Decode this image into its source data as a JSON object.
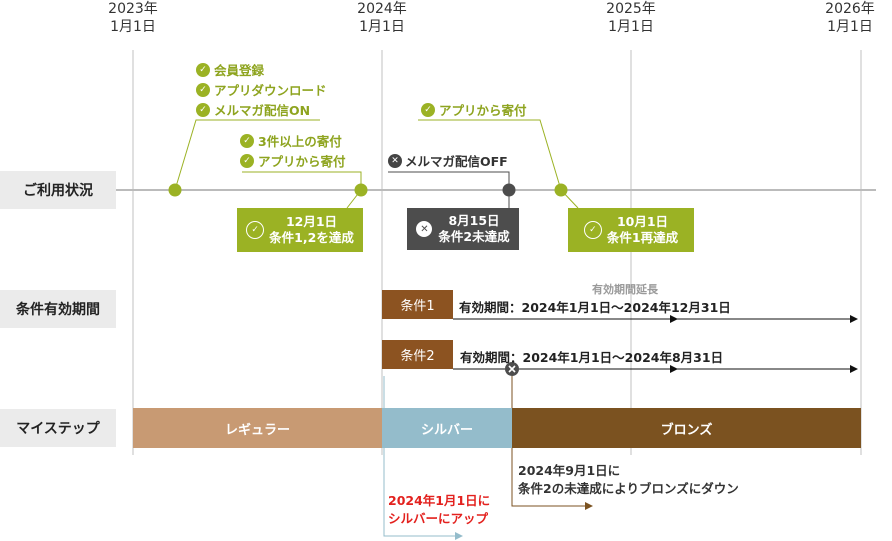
{
  "years": [
    "2023年\n1月1日",
    "2024年\n1月1日",
    "2025年\n1月1日",
    "2026年\n1月1日"
  ],
  "years_split": [
    {
      "year": "2023年",
      "date": "1月1日"
    },
    {
      "year": "2024年",
      "date": "1月1日"
    },
    {
      "year": "2025年",
      "date": "1月1日"
    },
    {
      "year": "2026年",
      "date": "1月1日"
    }
  ],
  "rows": {
    "usage": "ご利用状況",
    "validity": "条件有効期間",
    "mystep": "マイステップ"
  },
  "events": {
    "group1": [
      "会員登録",
      "アプリダウンロード",
      "メルマガ配信ON"
    ],
    "group2": [
      "3件以上の寄付",
      "アプリから寄付"
    ],
    "optout": "メルマガ配信OFF",
    "group3": [
      "アプリから寄付"
    ]
  },
  "boxes": {
    "achieve": {
      "date": "12月1日",
      "text": "条件1,2を達成"
    },
    "miss": {
      "date": "8月15日",
      "text": "条件2未達成"
    },
    "reachieve": {
      "date": "10月1日",
      "text": "条件1再達成"
    }
  },
  "conditions": [
    {
      "label": "条件1",
      "period": "有効期間：2024年1月1日～2024年12月31日"
    },
    {
      "label": "条件2",
      "period": "有効期間：2024年1月1日～2024年8月31日"
    }
  ],
  "extension_label": "有効期間延長",
  "steps": [
    {
      "label": "レギュラー",
      "color": "#c89a73"
    },
    {
      "label": "シルバー",
      "color": "#94bccb"
    },
    {
      "label": "ブロンズ",
      "color": "#7b5220"
    }
  ],
  "notes": {
    "down": [
      "2024年9月1日に",
      "条件2の未達成によりブロンズにダウン"
    ],
    "up": [
      "2024年1月1日に",
      "シルバーにアップ"
    ]
  },
  "colors": {
    "green": "#9bb224",
    "dark": "#4d4d4d",
    "brown": "#8c5321",
    "red": "#e3211e",
    "silver": "#94bccb",
    "bronze": "#7b5220"
  }
}
